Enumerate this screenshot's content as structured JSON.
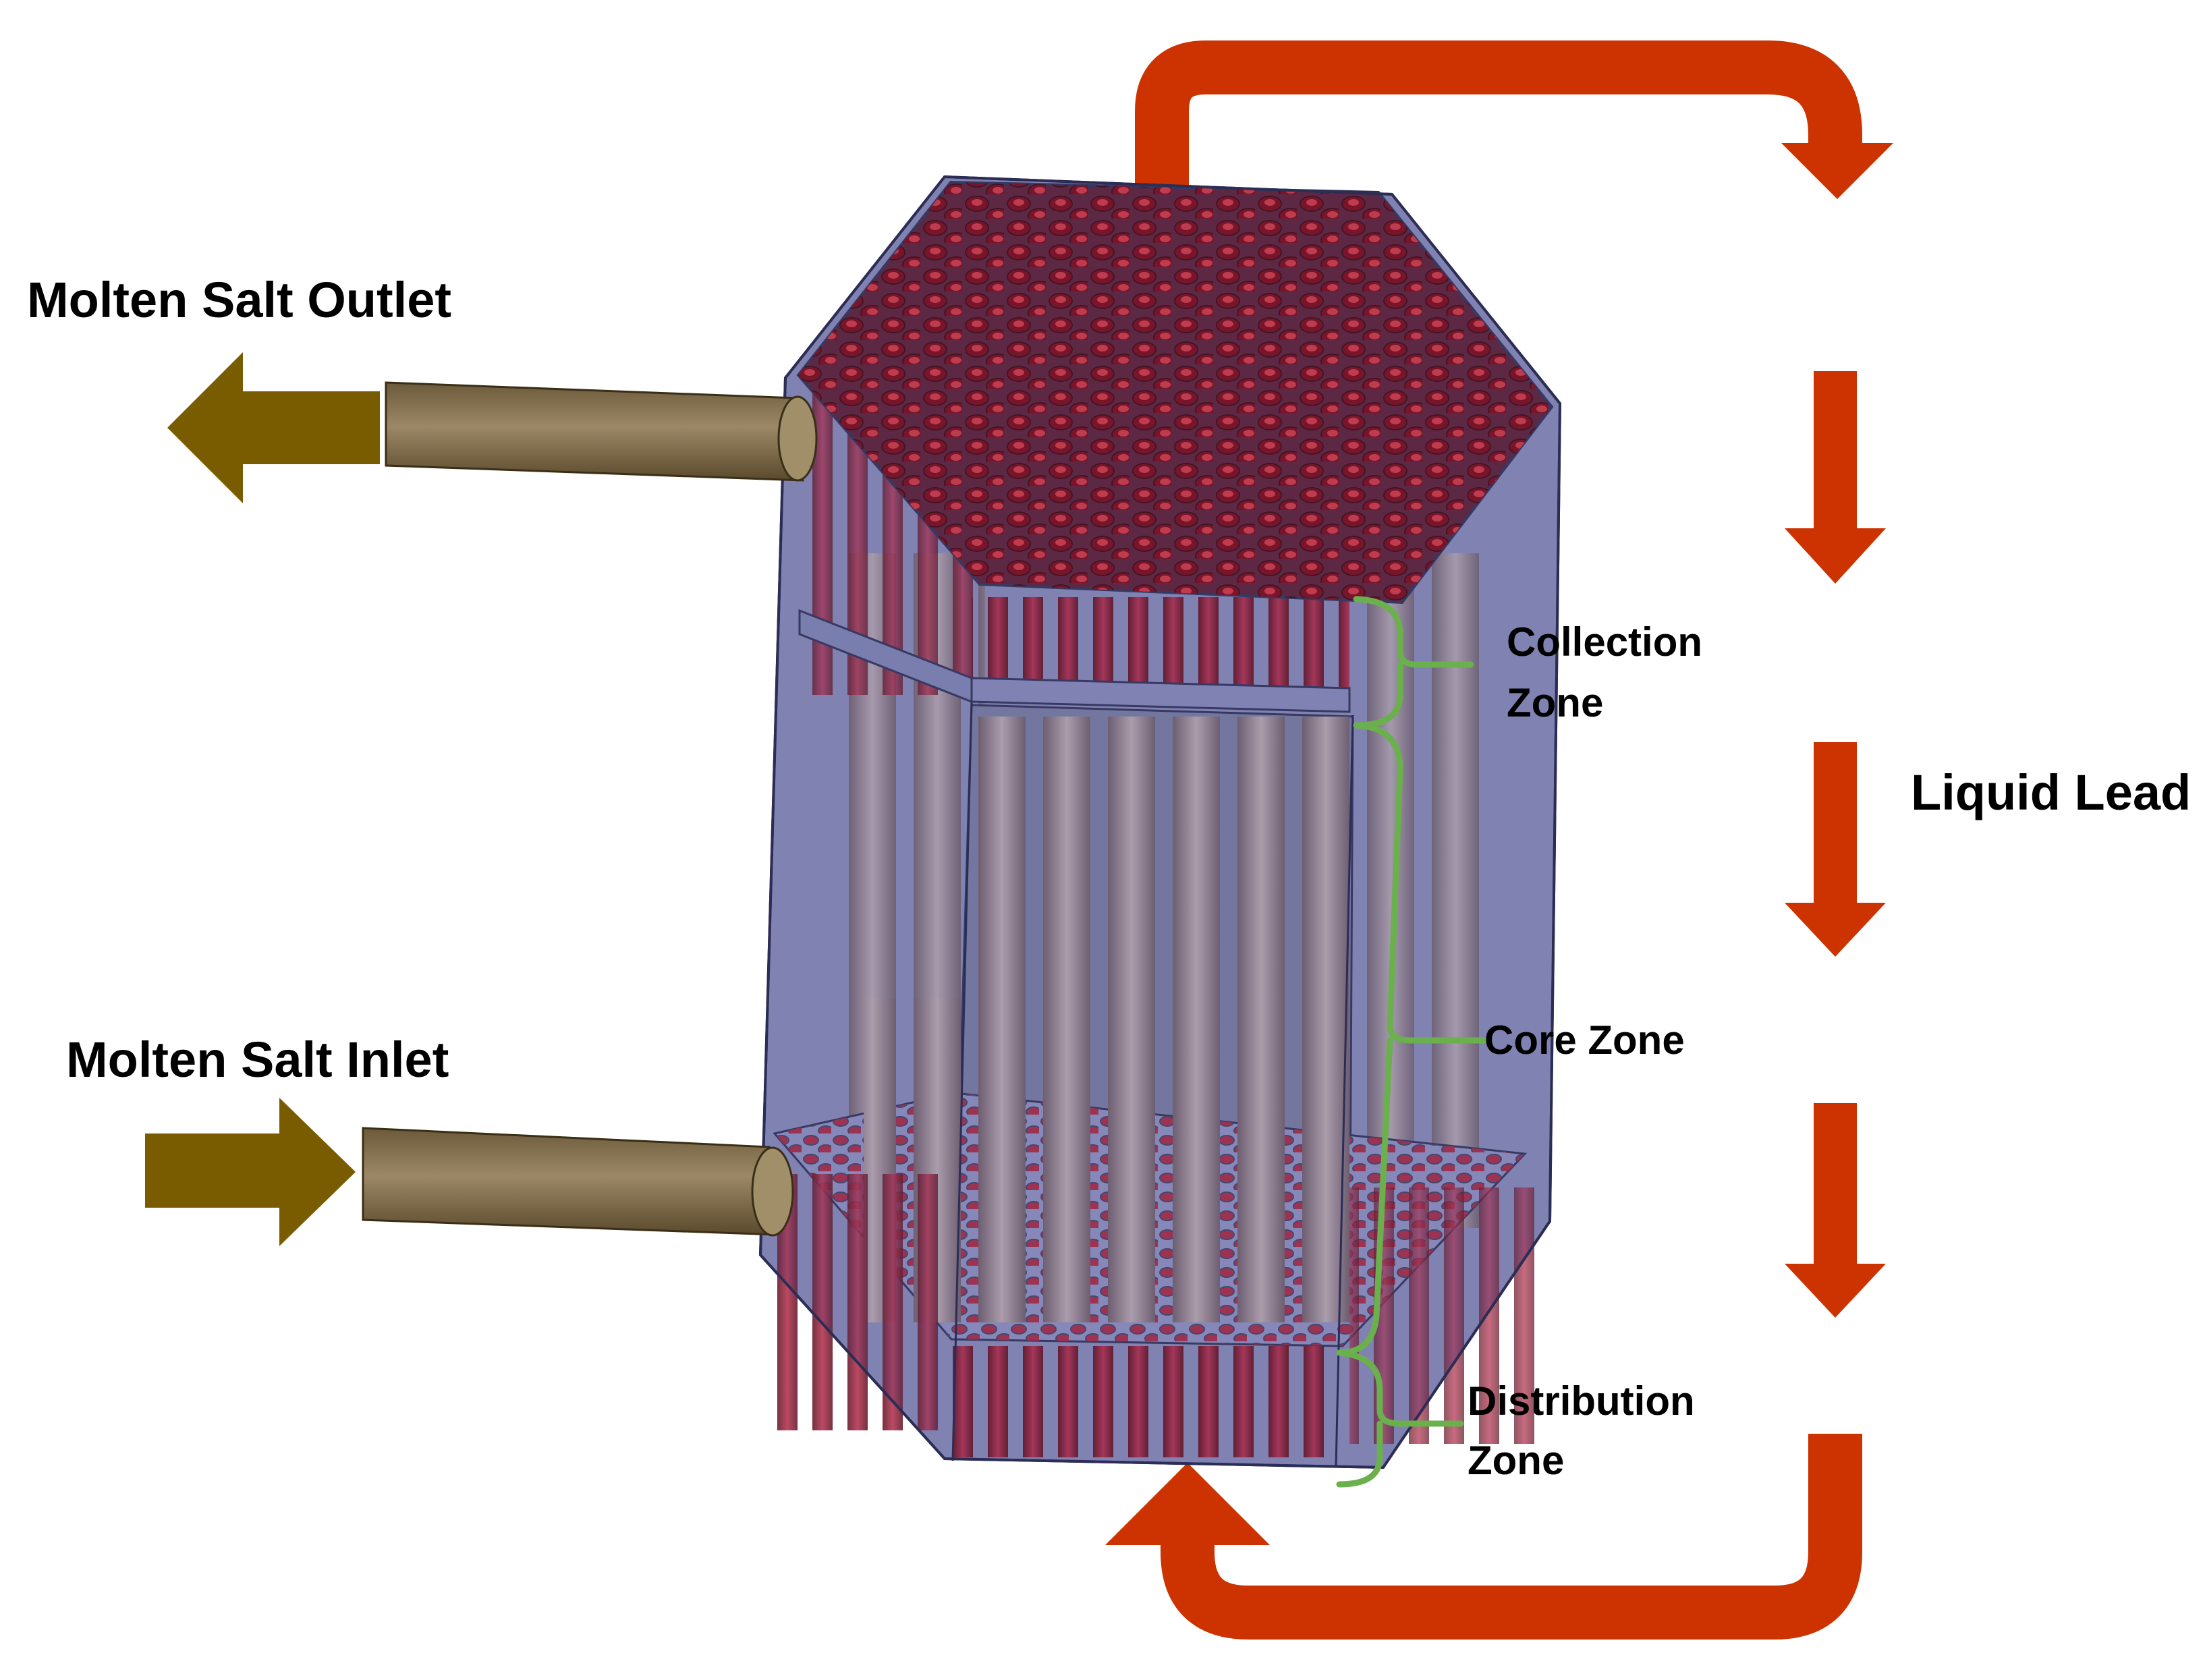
{
  "labels": {
    "outlet": "Molten Salt Outlet",
    "inlet": "Molten Salt Inlet",
    "liquid_lead": "Liquid Lead",
    "collection_zone": [
      "Collection",
      "Zone"
    ],
    "core_zone": "Core Zone",
    "distribution_zone": [
      "Distribution",
      "Zone"
    ]
  },
  "colors": {
    "lead_arrow": "#cc3300",
    "salt_arrow": "#7a5c00",
    "pipe": "#8a7550",
    "vessel_glass": "#6f72a8",
    "tube_red": "#8e1530",
    "core_tube": "#a08a92",
    "bracket": "#6ab04c"
  },
  "icons": {
    "lead_flow": "flow-arrow-icon",
    "salt_flow": "flow-arrow-icon"
  }
}
